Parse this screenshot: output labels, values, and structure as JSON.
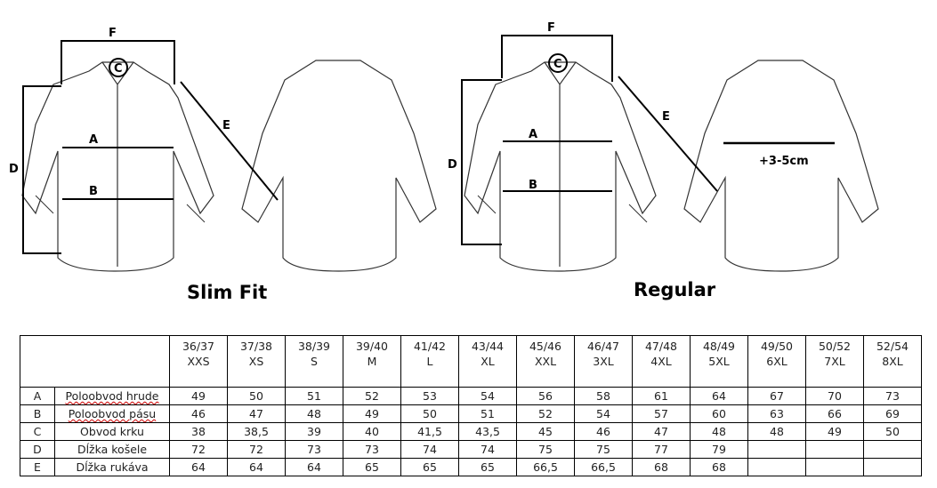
{
  "diagrams": [
    {
      "title": "Slim Fit",
      "labels": {
        "a": "A",
        "b": "B",
        "c": "C",
        "d": "D",
        "e": "E",
        "f": "F"
      }
    },
    {
      "title": "Regular",
      "labels": {
        "a": "A",
        "b": "B",
        "c": "C",
        "d": "D",
        "e": "E",
        "f": "F"
      },
      "back_note": "+3-5cm"
    }
  ],
  "table": {
    "sizes": [
      [
        "36/37",
        "XXS"
      ],
      [
        "37/38",
        "XS"
      ],
      [
        "38/39",
        "S"
      ],
      [
        "39/40",
        "M"
      ],
      [
        "41/42",
        "L"
      ],
      [
        "43/44",
        "XL"
      ],
      [
        "45/46",
        "XXL"
      ],
      [
        "46/47",
        "3XL"
      ],
      [
        "47/48",
        "4XL"
      ],
      [
        "48/49",
        "5XL"
      ],
      [
        "49/50",
        "6XL"
      ],
      [
        "50/52",
        "7XL"
      ],
      [
        "52/54",
        "8XL"
      ]
    ],
    "rows": [
      {
        "letter": "A",
        "name": "Poloobvod hrude",
        "values": [
          "49",
          "50",
          "51",
          "52",
          "53",
          "54",
          "56",
          "58",
          "61",
          "64",
          "67",
          "70",
          "73"
        ]
      },
      {
        "letter": "B",
        "name": "Poloobvod pásu",
        "values": [
          "46",
          "47",
          "48",
          "49",
          "50",
          "51",
          "52",
          "54",
          "57",
          "60",
          "63",
          "66",
          "69"
        ]
      },
      {
        "letter": "C",
        "name": "Obvod krku",
        "values": [
          "38",
          "38,5",
          "39",
          "40",
          "41,5",
          "43,5",
          "45",
          "46",
          "47",
          "48",
          "48",
          "49",
          "50"
        ]
      },
      {
        "letter": "D",
        "name": "Dĺžka košele",
        "values": [
          "72",
          "72",
          "73",
          "73",
          "74",
          "74",
          "75",
          "75",
          "77",
          "79",
          "",
          "",
          ""
        ]
      },
      {
        "letter": "E",
        "name": "Dĺžka rukáva",
        "values": [
          "64",
          "64",
          "64",
          "65",
          "65",
          "65",
          "66,5",
          "66,5",
          "68",
          "68",
          "",
          "",
          ""
        ]
      }
    ]
  }
}
